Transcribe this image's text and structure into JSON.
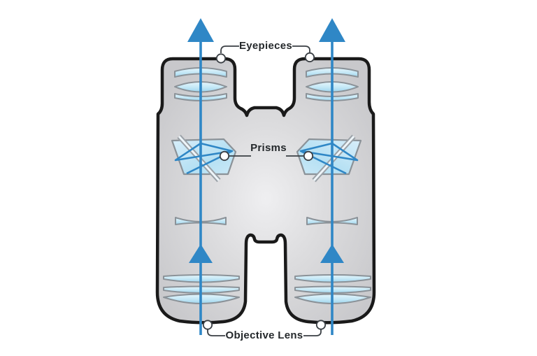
{
  "diagram": {
    "name": "Binoculars optical path cutaway diagram",
    "labels": {
      "eyepieces": "Eyepieces",
      "prisms": "Prisms",
      "objective": "Objective Lens"
    },
    "icons": [
      "up-arrow-icon",
      "callout-dot"
    ],
    "colors": {
      "light_path_blue": "#2f87c6",
      "body_fill": "#d3d3d6",
      "body_highlight": "#ededef",
      "body_outline": "#1a1a1a",
      "lens_fill_light": "#e6f6fc",
      "lens_fill_dark": "#9ed5ee",
      "lens_outline": "#8b9298",
      "callout_line": "#3a3f44",
      "callout_circle_fill": "#ffffff",
      "background": "#ffffff"
    }
  }
}
